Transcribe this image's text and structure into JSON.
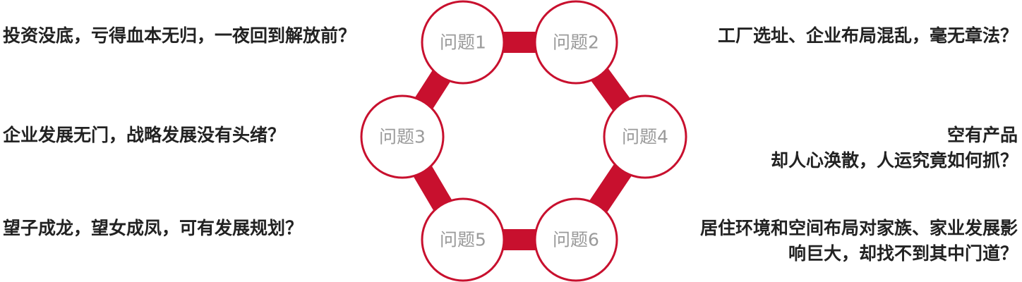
{
  "accent_color": "#c8102e",
  "node_text_color": "#9a9a9a",
  "ring": {
    "nodes": [
      {
        "id": "q1",
        "label": "问题1"
      },
      {
        "id": "q2",
        "label": "问题2"
      },
      {
        "id": "q3",
        "label": "问题3"
      },
      {
        "id": "q4",
        "label": "问题4"
      },
      {
        "id": "q5",
        "label": "问题5"
      },
      {
        "id": "q6",
        "label": "问题6"
      }
    ]
  },
  "questions": {
    "q1": {
      "lines": [
        "投资没底，亏得血本无归，一夜回到解放前？"
      ]
    },
    "q2": {
      "lines": [
        "工厂选址、企业布局混乱，毫无章法？"
      ]
    },
    "q3": {
      "lines": [
        "企业发展无门，战略发展没有头绪？"
      ]
    },
    "q4": {
      "lines": [
        "空有产品",
        "却人心涣散，人运究竟如何抓？"
      ]
    },
    "q5": {
      "lines": [
        "望子成龙，望女成凤，可有发展规划？"
      ]
    },
    "q6": {
      "lines": [
        "居住环境和空间布局对家族、家业发展影",
        "响巨大，却找不到其中门道？"
      ]
    }
  }
}
